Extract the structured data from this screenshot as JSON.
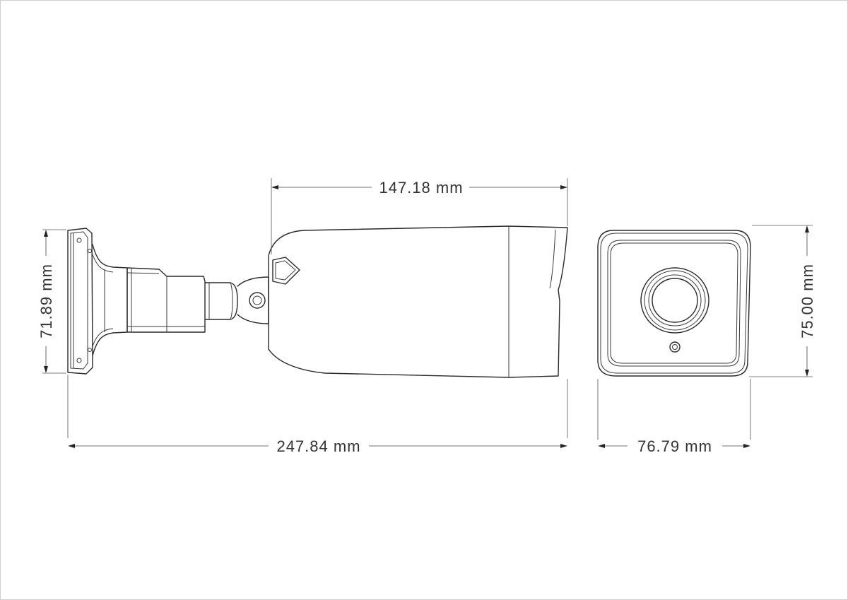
{
  "dimensions": {
    "top_length": "147.18 mm",
    "total_length": "247.84 mm",
    "mount_height": "71.89 mm",
    "front_height": "75.00 mm",
    "front_width": "76.79 mm"
  },
  "colors": {
    "line": "#2a2a2a",
    "text": "#333333",
    "background": "#ffffff"
  }
}
